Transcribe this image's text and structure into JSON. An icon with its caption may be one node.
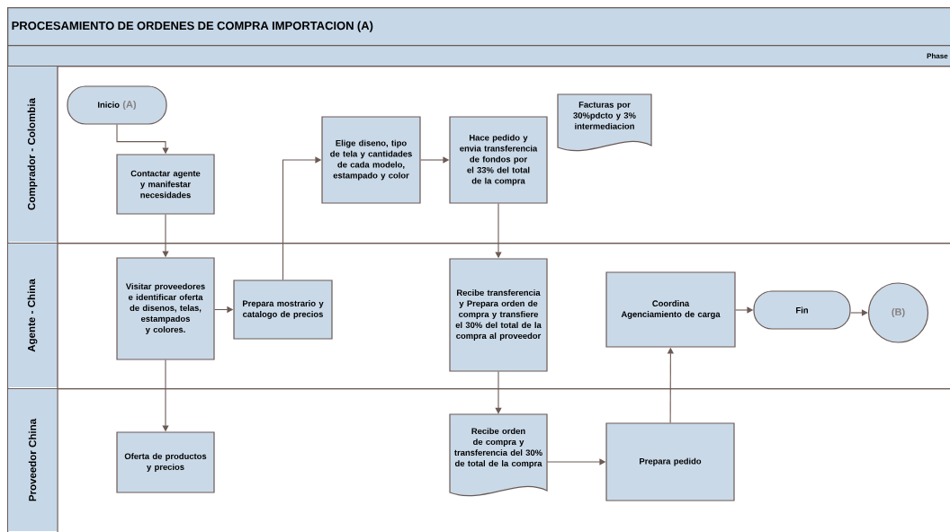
{
  "diagram": {
    "title": "PROCESAMIENTO DE ORDENES DE COMPRA IMPORTACION  (A)",
    "nodes": [
      {
        "text": [
          "Comprador - Colombia"
        ]
      },
      {
        "text": [
          "Agente - China"
        ]
      },
      {
        "text": [
          "Proveedor China"
        ]
      },
      {
        "text": [
          "Inicio",
          "(A)"
        ],
        "in": 0
      },
      {
        "text": [
          "Contactar agente y manifestar necesidades"
        ],
        "in": 0
      },
      {
        "text": [
          "Elige diseno, tipo de tela y cantidades de cada modelo, estampado y color"
        ],
        "in": 0
      },
      {
        "text": [
          "Hace pedido y envia transferencia de fondos por el 33% del total de la compra"
        ],
        "in": 0
      },
      {
        "text": [
          "Facturas por 30%pdcto y 3% intermediacion"
        ],
        "in": 0
      },
      {
        "text": [
          "Visitar proveedores e identificar oferta de disenos, telas, estampados y colores."
        ],
        "in": 1
      },
      {
        "text": [
          "Prepara mostrario y catalogo de precios"
        ],
        "in": 1
      },
      {
        "text": [
          "Recibe transferencia y Prepara orden de compra y transfiere el 30% del total de la compra al proveedor"
        ],
        "in": 1
      },
      {
        "text": [
          "Coordina Agenciamiento de carga"
        ],
        "in": 1
      },
      {
        "text": [
          "Fin"
        ],
        "in": 1
      },
      {
        "text": [
          "(B)"
        ],
        "in": 1
      },
      {
        "text": [
          "Oferta de productos y precios"
        ],
        "in": 2
      },
      {
        "text": [
          "Recibe orden de compra y transferencia del 30% de total de la compra"
        ],
        "in": 2
      },
      {
        "text": [
          "Prepara pedido"
        ],
        "in": 2
      }
    ],
    "edges": [
      {
        "from": 3,
        "to": 4,
        "arrow": "to"
      },
      {
        "from": 4,
        "to": 8,
        "arrow": "to"
      },
      {
        "from": 8,
        "to": 9,
        "arrow": "to"
      },
      {
        "from": 8,
        "to": 14,
        "arrow": "to"
      },
      {
        "from": 9,
        "to": 5,
        "arrow": "to"
      },
      {
        "from": 5,
        "to": 6,
        "arrow": "to"
      },
      {
        "from": 6,
        "to": 10,
        "arrow": "to"
      },
      {
        "from": 10,
        "to": 15,
        "arrow": "to"
      },
      {
        "from": 15,
        "to": 16,
        "arrow": "to"
      },
      {
        "from": 16,
        "to": 11,
        "arrow": "to"
      },
      {
        "from": 11,
        "to": 12,
        "arrow": "to"
      },
      {
        "from": 12,
        "to": 13,
        "arrow": "to"
      }
    ],
    "labels": [
      "Phase"
    ]
  }
}
